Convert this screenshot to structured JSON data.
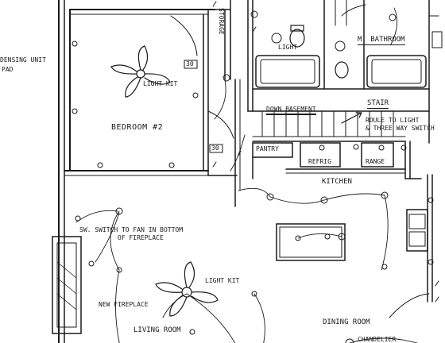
{
  "labels": {
    "bedroom": "BEDROOM #2",
    "light_kit_bedroom": "LIGHT KIT",
    "light_bath": "LIGHT",
    "m_bathroom": "M. BATHROOM",
    "down_basement": "DOWN BASEMENT",
    "stair": "STAIR",
    "stair_note_1": "ROULE TO LIGHT",
    "stair_note_2": "& THREE WAY SWITCH",
    "pantry": "PANTRY",
    "refrig": "REFRIG",
    "range": "RANGE",
    "kitchen": "KITCHEN",
    "fireplace_note_1": "SW. SWITCH TO FAN IN BOTTOM",
    "fireplace_note_2": "OF FIREPLACE",
    "light_kit_living": "LIGHT KIT",
    "new_fireplace": "NEW FIREPLACE",
    "living_room": "LIVING ROOM",
    "dining_room": "DINING ROOM",
    "chandelier": "CHANDELIER",
    "cond_unit_1": "DENSING UNIT",
    "cond_unit_2": "PAD",
    "storage": "STORAGE",
    "circuit_30_a": "30",
    "circuit_30_b": "30"
  },
  "colors": {
    "ink": "#1a1a1a",
    "paper": "#ffffff"
  }
}
